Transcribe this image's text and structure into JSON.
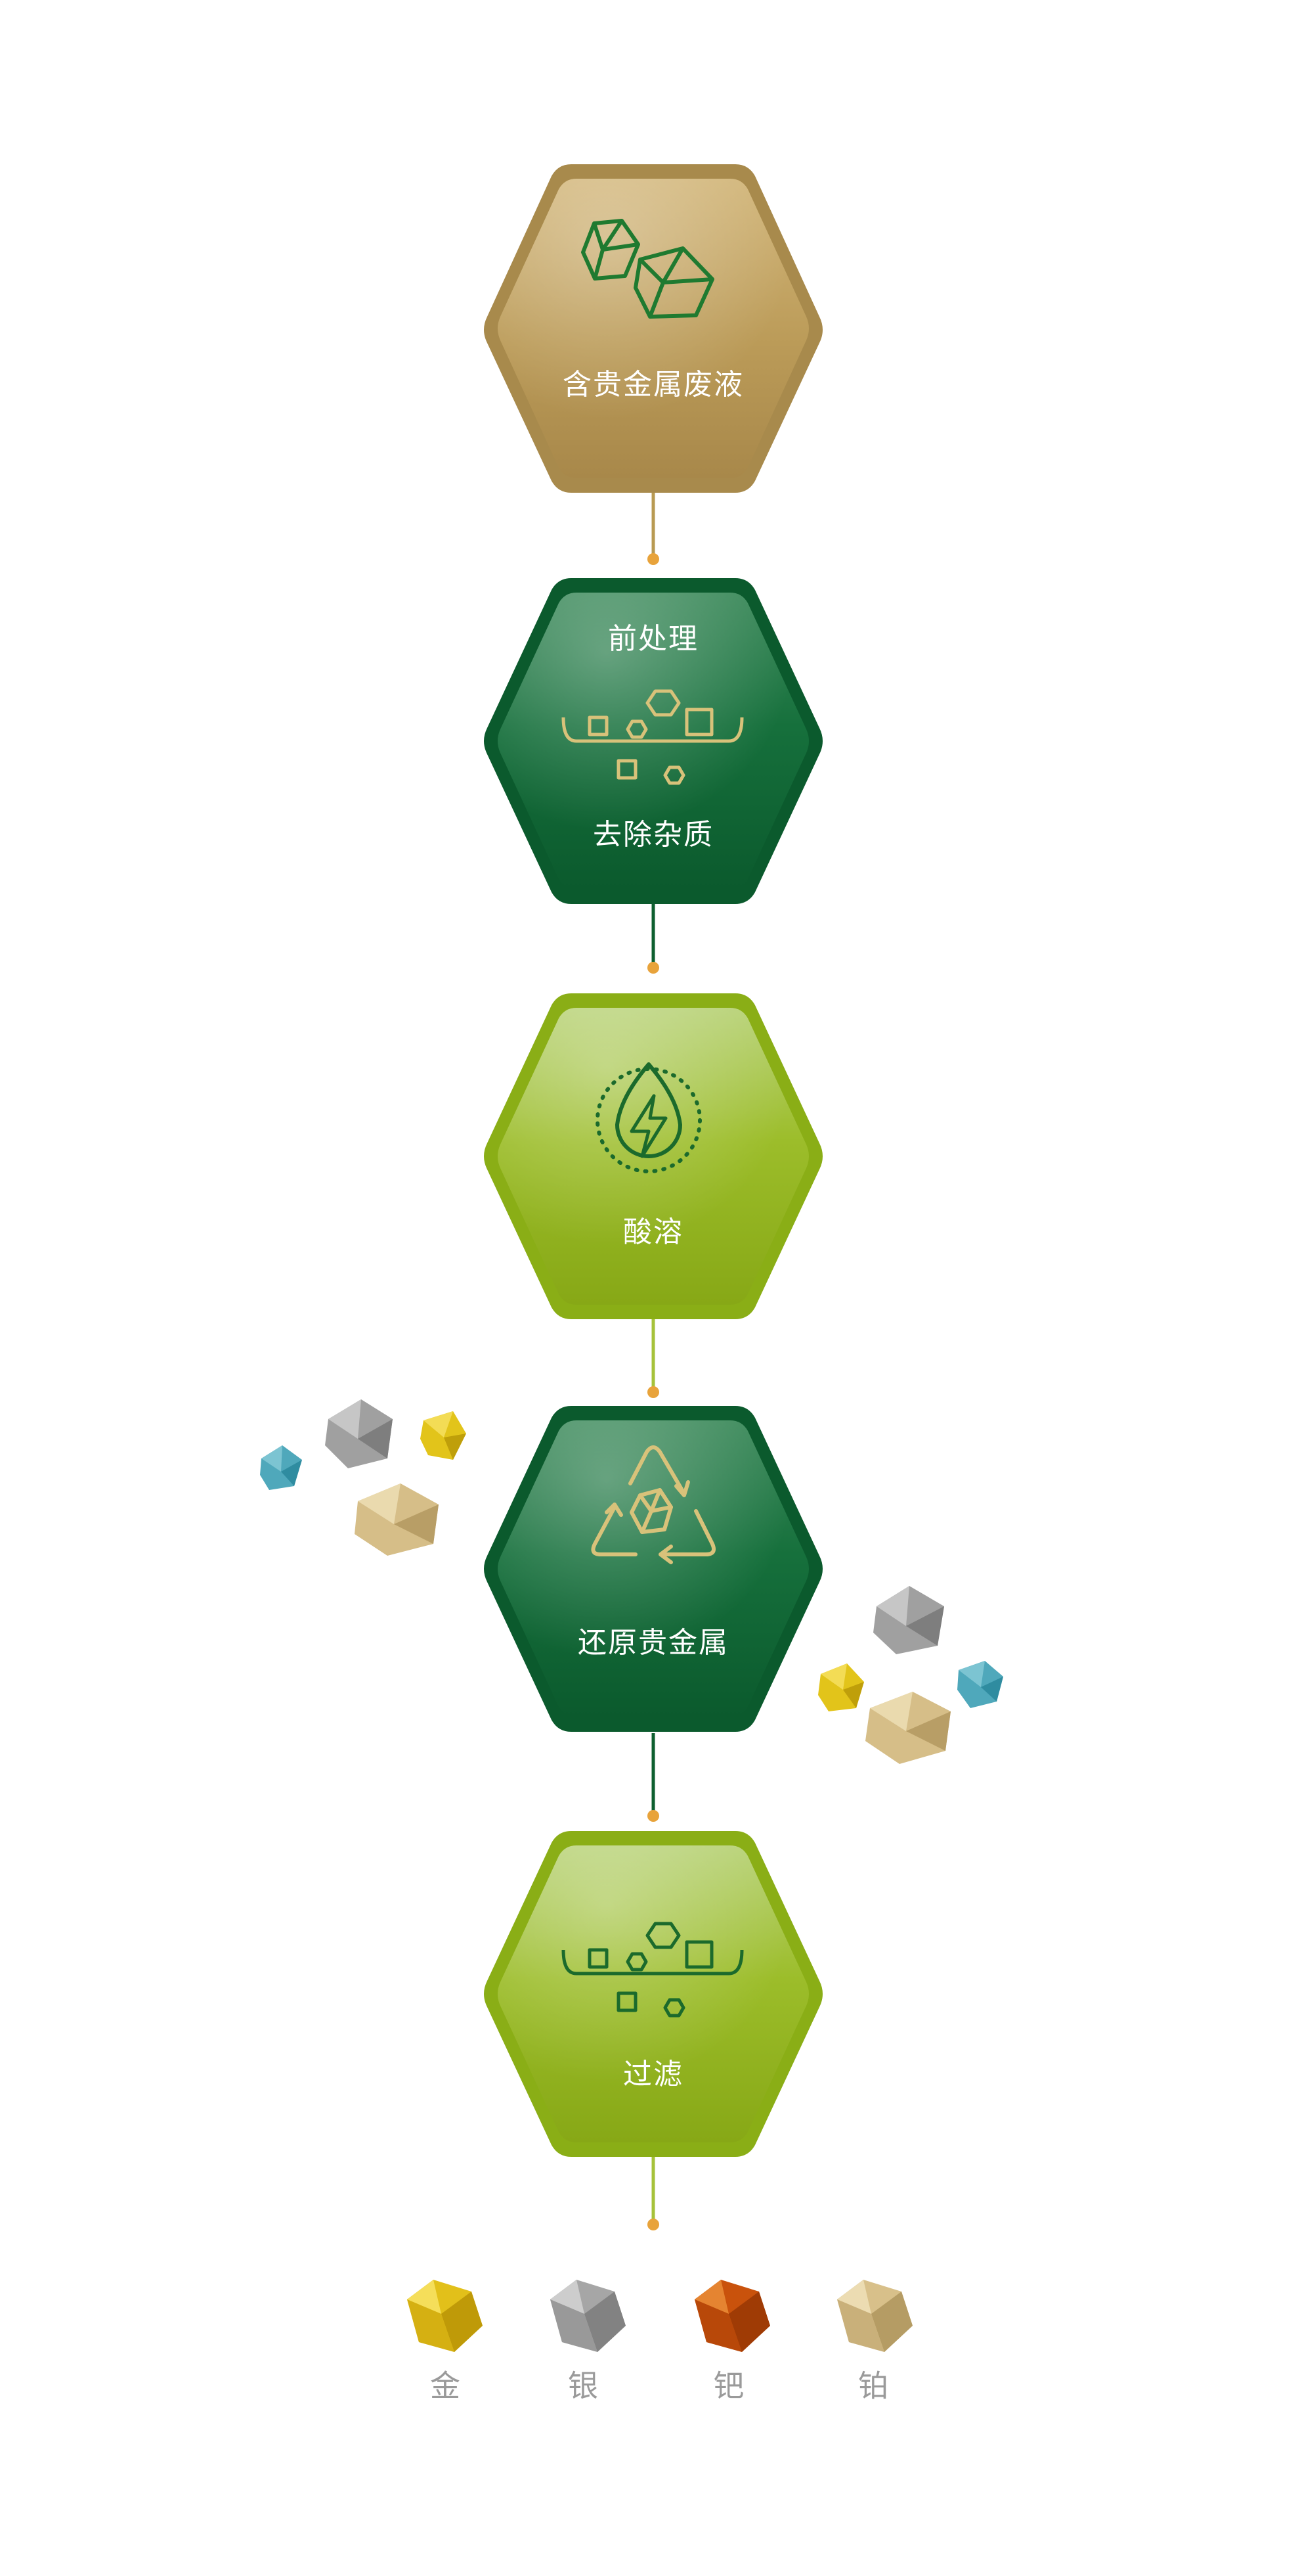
{
  "steps": [
    {
      "label": "含贵金属废液",
      "icon": "crystals-icon",
      "theme": "gold"
    },
    {
      "label_top": "前处理",
      "label": "去除杂质",
      "icon": "sieve-particles-icon",
      "theme": "dark"
    },
    {
      "label": "酸溶",
      "icon": "lightning-drop-icon",
      "theme": "light"
    },
    {
      "label": "还原贵金属",
      "icon": "recycle-crystal-icon",
      "theme": "dark"
    },
    {
      "label": "过滤",
      "icon": "sieve-particles-icon",
      "theme": "light"
    }
  ],
  "metals": [
    {
      "name": "金",
      "color": "#e2c01a"
    },
    {
      "name": "银",
      "color": "#a6a6a6"
    },
    {
      "name": "钯",
      "color": "#c9520c"
    },
    {
      "name": "铂",
      "color": "#d8c08a"
    }
  ],
  "colors": {
    "gold_fill": "#b99a55",
    "dark_fill": "#0f6a35",
    "light_fill": "#95b81c",
    "dot": "#e8a33b"
  }
}
